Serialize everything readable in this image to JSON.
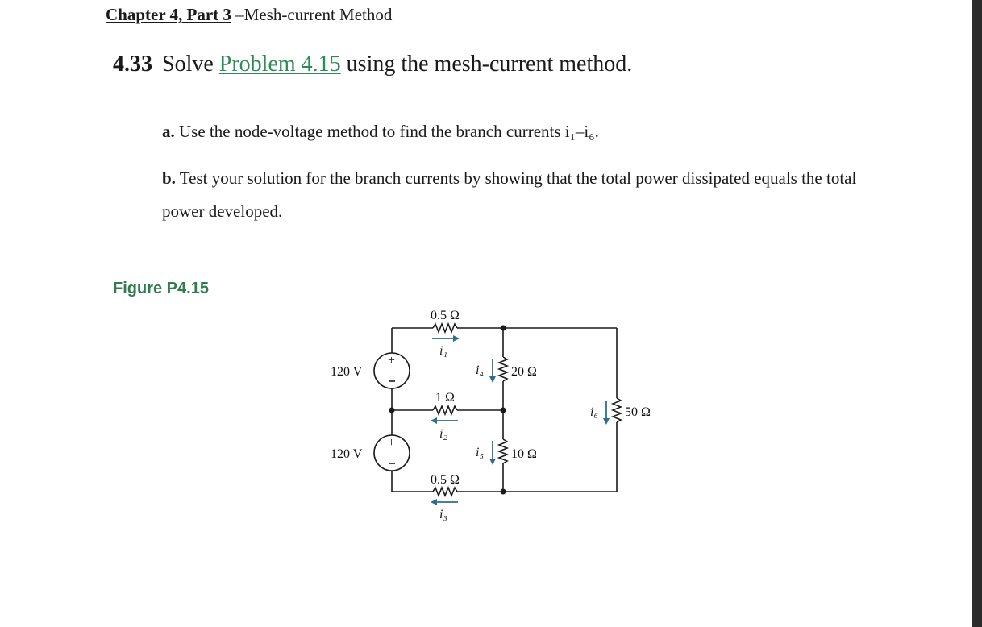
{
  "header": {
    "chapter": "Chapter 4, Part 3",
    "topic": " –Mesh-current Method"
  },
  "problem": {
    "number": "4.33",
    "text_before": "Solve ",
    "link": "Problem 4.15",
    "text_after": " using the mesh-current method."
  },
  "parts": {
    "a_label": "a.",
    "a_text": " Use the node-voltage method to find the branch currents i₁–i₆.",
    "b_label": "b.",
    "b_text": " Test your solution for the branch currents by showing that the total power dissipated equals the total power developed."
  },
  "figure": {
    "label": "Figure P4.15",
    "sources": [
      {
        "label": "120 V",
        "polarity": "+"
      },
      {
        "label": "120 V",
        "polarity": "+"
      }
    ],
    "resistors": {
      "r_top": "0.5 Ω",
      "r_mid": "1 Ω",
      "r_bot": "0.5 Ω",
      "r20": "20 Ω",
      "r10": "10 Ω",
      "r50": "50 Ω"
    },
    "currents": {
      "i1": "i₁",
      "i2": "i₂",
      "i3": "i₃",
      "i4": "i₄",
      "i5": "i₅",
      "i6": "i₆"
    },
    "colors": {
      "arrow": "#2a6f8f",
      "wire": "#1a1a1a"
    }
  }
}
